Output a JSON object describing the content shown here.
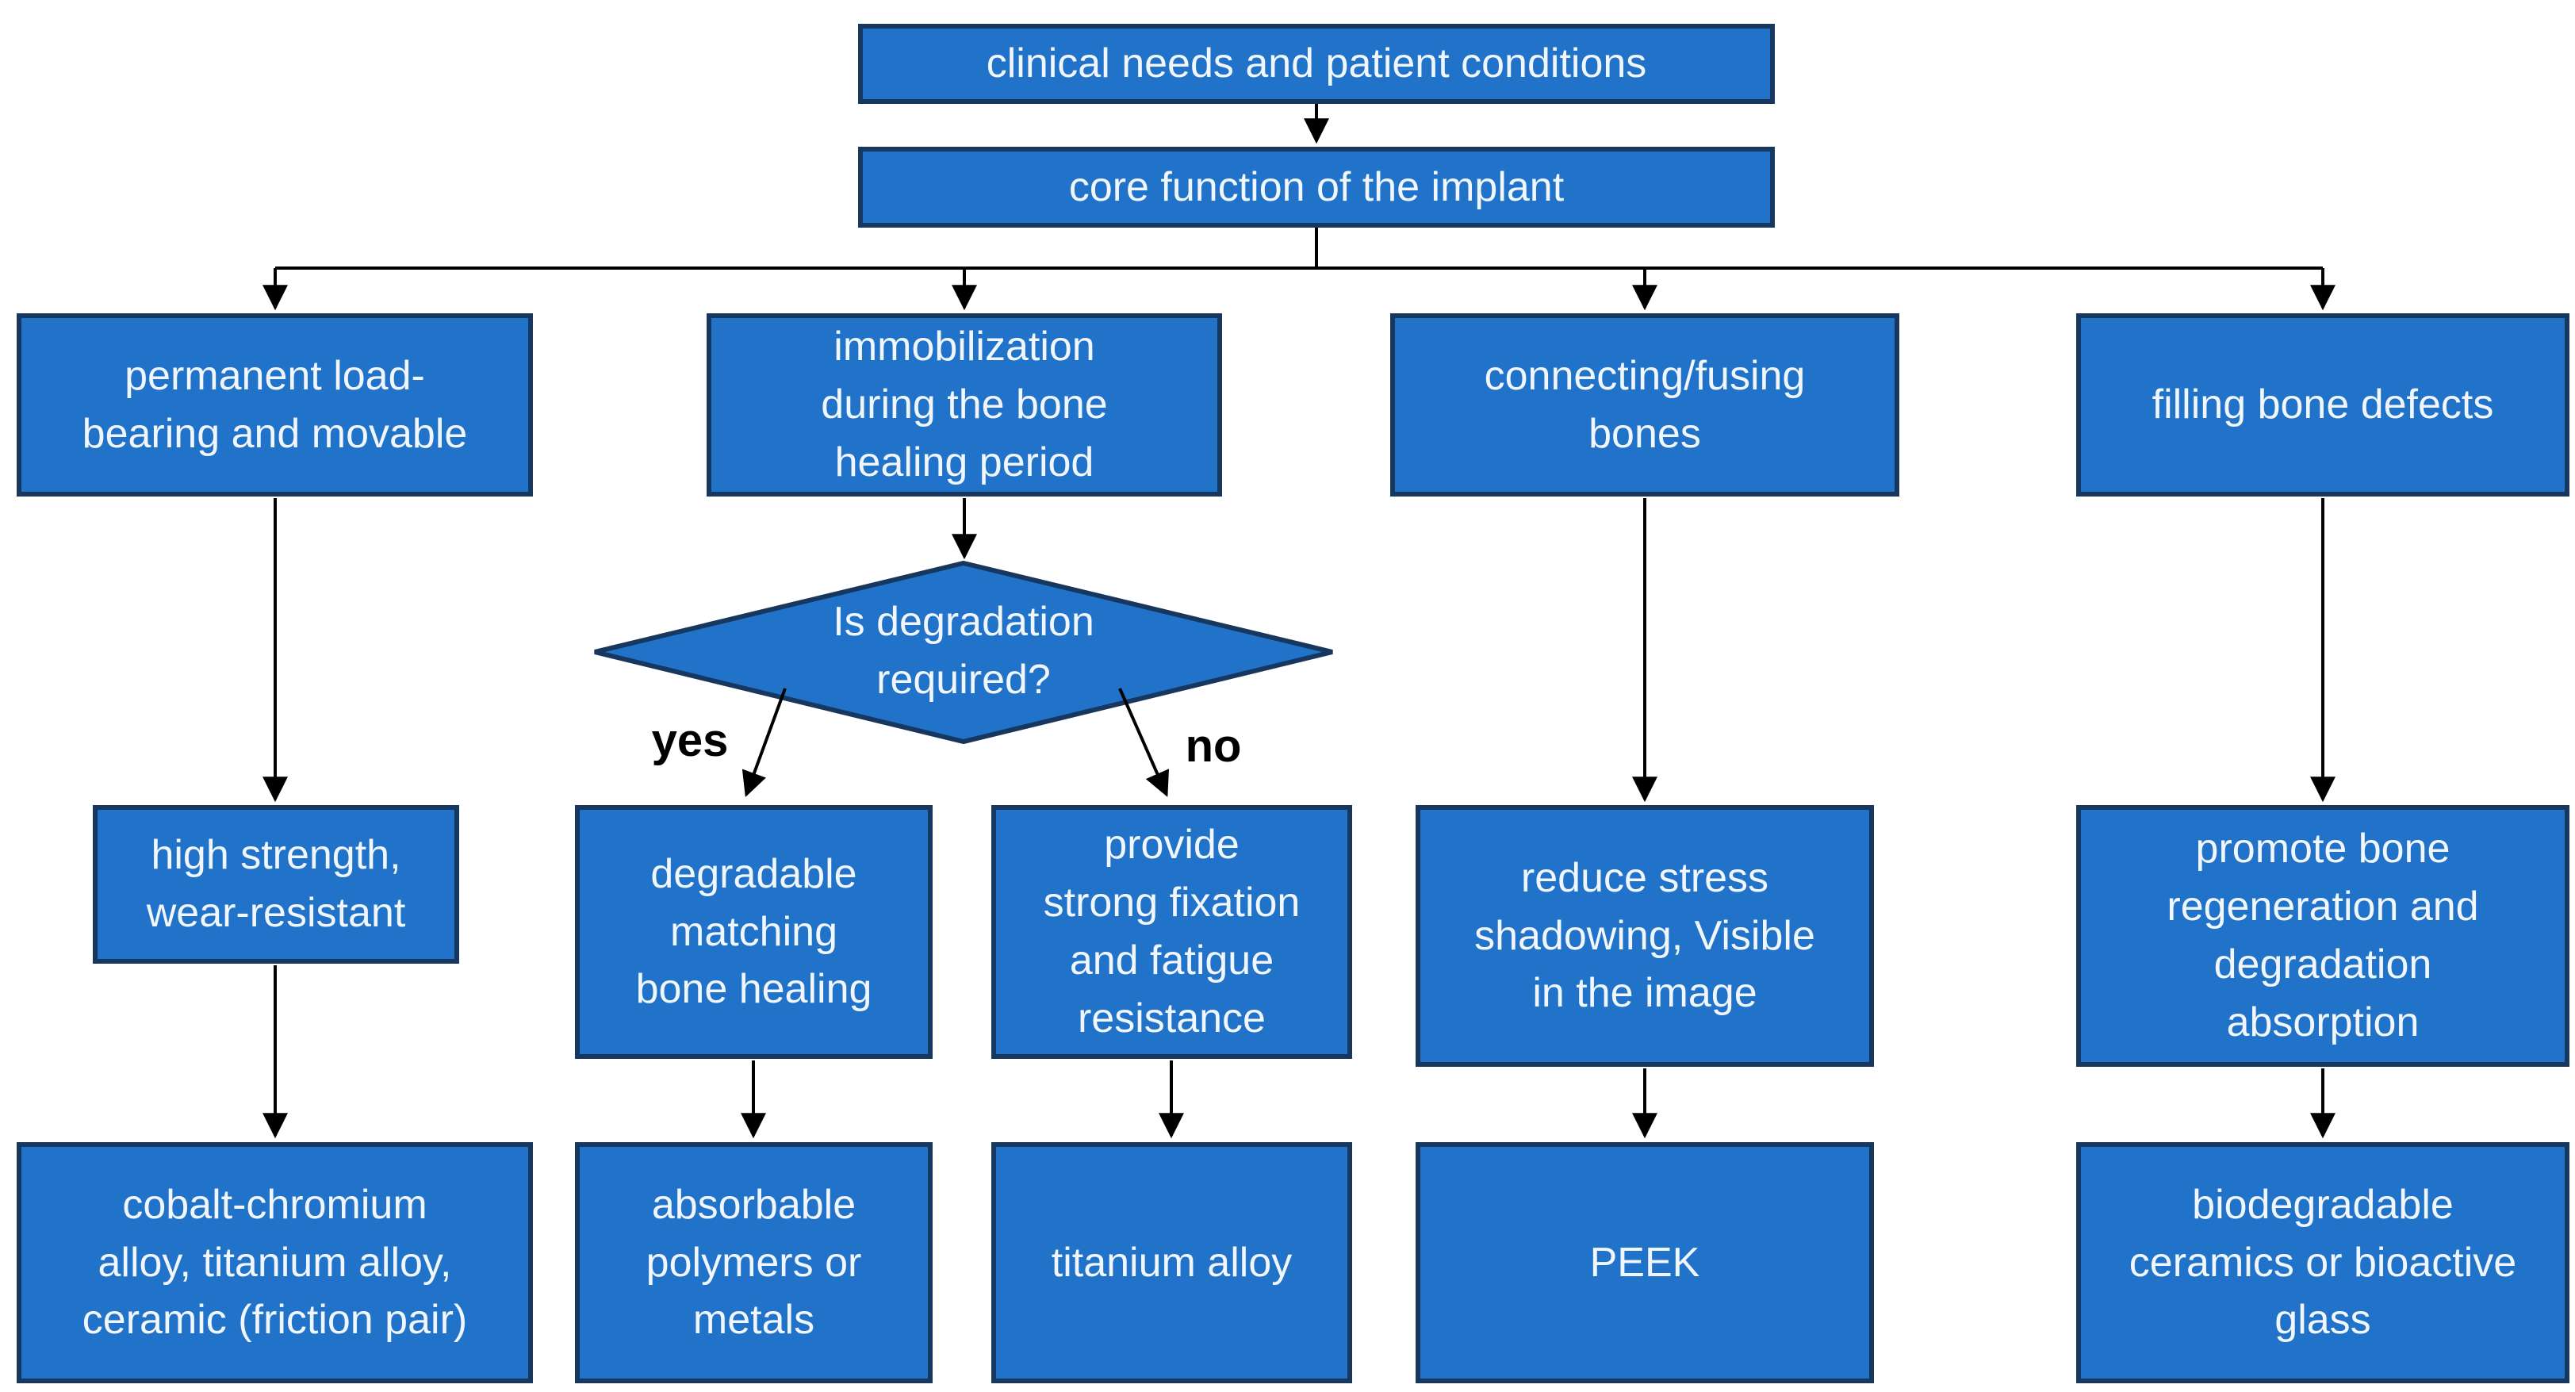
{
  "diagram": {
    "nodes": {
      "clinical_needs": "clinical needs and patient conditions",
      "core_function": "core function of the implant",
      "permanent_load": "permanent load-\nbearing and movable",
      "immobilization": "immobilization\nduring the bone\nhealing period",
      "connecting_fusing": "connecting/fusing\nbones",
      "filling_defects": "filling bone defects",
      "decision": "Is degradation\nrequired?",
      "high_strength": "high strength,\nwear-resistant",
      "degradable_matching": "degradable\nmatching\nbone healing",
      "strong_fixation": "provide\nstrong fixation\nand fatigue\nresistance",
      "reduce_stress": "reduce stress\nshadowing, Visible\nin the image",
      "promote_bone": "promote bone\nregeneration and\ndegradation\nabsorption",
      "cobalt_chromium": "cobalt-chromium\nalloy, titanium alloy,\nceramic (friction pair)",
      "absorbable_polymers": "absorbable\npolymers or\nmetals",
      "titanium_alloy": "titanium alloy",
      "peek": "PEEK",
      "biodegradable_ceramics": "biodegradable\nceramics or bioactive\nglass"
    },
    "edge_labels": {
      "yes": "yes",
      "no": "no"
    },
    "edges": [
      {
        "from": "clinical_needs",
        "to": "core_function",
        "label": ""
      },
      {
        "from": "core_function",
        "to": "permanent_load",
        "label": ""
      },
      {
        "from": "core_function",
        "to": "immobilization",
        "label": ""
      },
      {
        "from": "core_function",
        "to": "connecting_fusing",
        "label": ""
      },
      {
        "from": "core_function",
        "to": "filling_defects",
        "label": ""
      },
      {
        "from": "permanent_load",
        "to": "high_strength",
        "label": ""
      },
      {
        "from": "immobilization",
        "to": "decision",
        "label": ""
      },
      {
        "from": "decision",
        "to": "degradable_matching",
        "label": "yes"
      },
      {
        "from": "decision",
        "to": "strong_fixation",
        "label": "no"
      },
      {
        "from": "connecting_fusing",
        "to": "reduce_stress",
        "label": ""
      },
      {
        "from": "filling_defects",
        "to": "promote_bone",
        "label": ""
      },
      {
        "from": "high_strength",
        "to": "cobalt_chromium",
        "label": ""
      },
      {
        "from": "degradable_matching",
        "to": "absorbable_polymers",
        "label": ""
      },
      {
        "from": "strong_fixation",
        "to": "titanium_alloy",
        "label": ""
      },
      {
        "from": "reduce_stress",
        "to": "peek",
        "label": ""
      },
      {
        "from": "promote_bone",
        "to": "biodegradable_ceramics",
        "label": ""
      }
    ],
    "colors": {
      "node_fill": "#2173C9",
      "node_border": "#17375E",
      "node_text": "#F0F6FC",
      "arrow": "#000000",
      "edge_label_text": "#000000",
      "background": "#FFFFFF"
    }
  }
}
